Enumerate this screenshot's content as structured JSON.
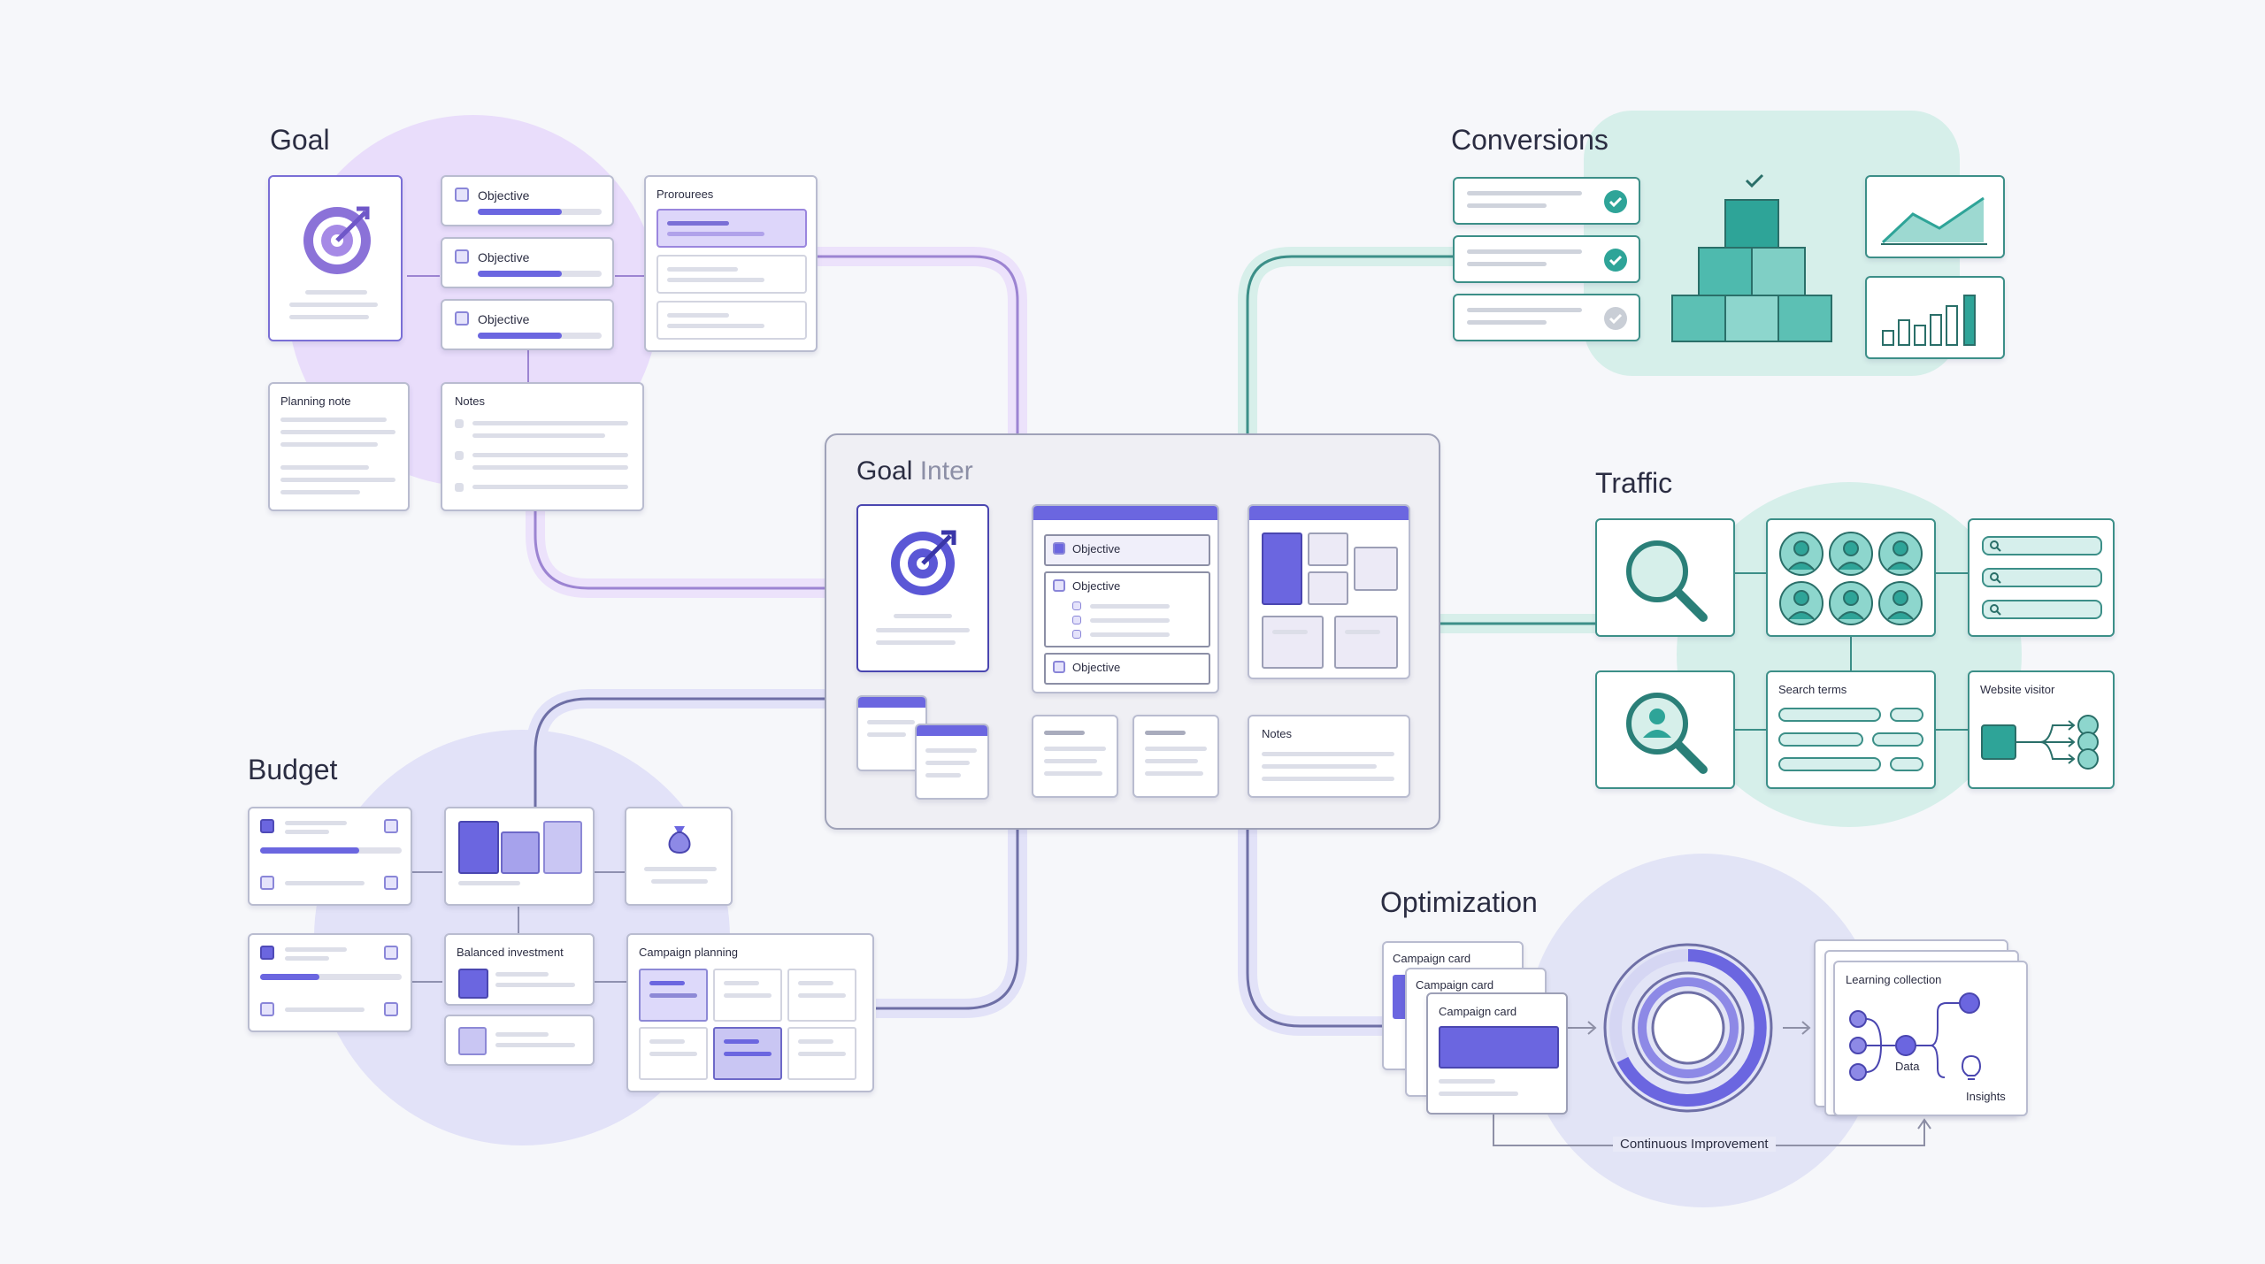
{
  "sections": {
    "goal": "Goal",
    "conversions": "Conversions",
    "traffic": "Traffic",
    "budget": "Budget",
    "optimization": "Optimization"
  },
  "center": {
    "title_main": "Goal",
    "title_sub": "Inter",
    "objectives": [
      "Objective",
      "Objective",
      "Objective"
    ],
    "notes": "Notes"
  },
  "goal": {
    "objectives": [
      "Objective",
      "Objective",
      "Objective"
    ],
    "promo_label": "Prorourees",
    "planning_note": "Planning note",
    "notes": "Notes"
  },
  "budget": {
    "balanced": "Balanced investment",
    "campaign_planning": "Campaign planning"
  },
  "traffic": {
    "search_terms": "Search terms",
    "website_visitor": "Website visitor"
  },
  "optimization": {
    "cards": [
      "Campaign card",
      "Campaign card",
      "Campaign card"
    ],
    "learning": "Learning collection",
    "data": "Data",
    "insights": "Insights",
    "loop": "Continuous Improvement"
  },
  "colors": {
    "purple": "#6b66e0",
    "teal": "#2ea498",
    "lavender": "#e8ddfb",
    "mint": "#d3efea",
    "bg": "#f6f7fa"
  }
}
